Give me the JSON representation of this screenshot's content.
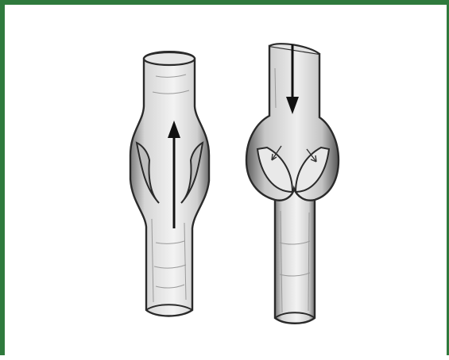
{
  "figure": {
    "panels": [
      {
        "id": "open-valve",
        "flow": "up",
        "valve_state": "open"
      },
      {
        "id": "closed-valve",
        "flow": "down",
        "valve_state": "closed"
      }
    ],
    "colors": {
      "border": "#2f7a3d",
      "ink": "#2a2a2a",
      "shade": "#8f8f8f",
      "background": "#ffffff"
    }
  }
}
